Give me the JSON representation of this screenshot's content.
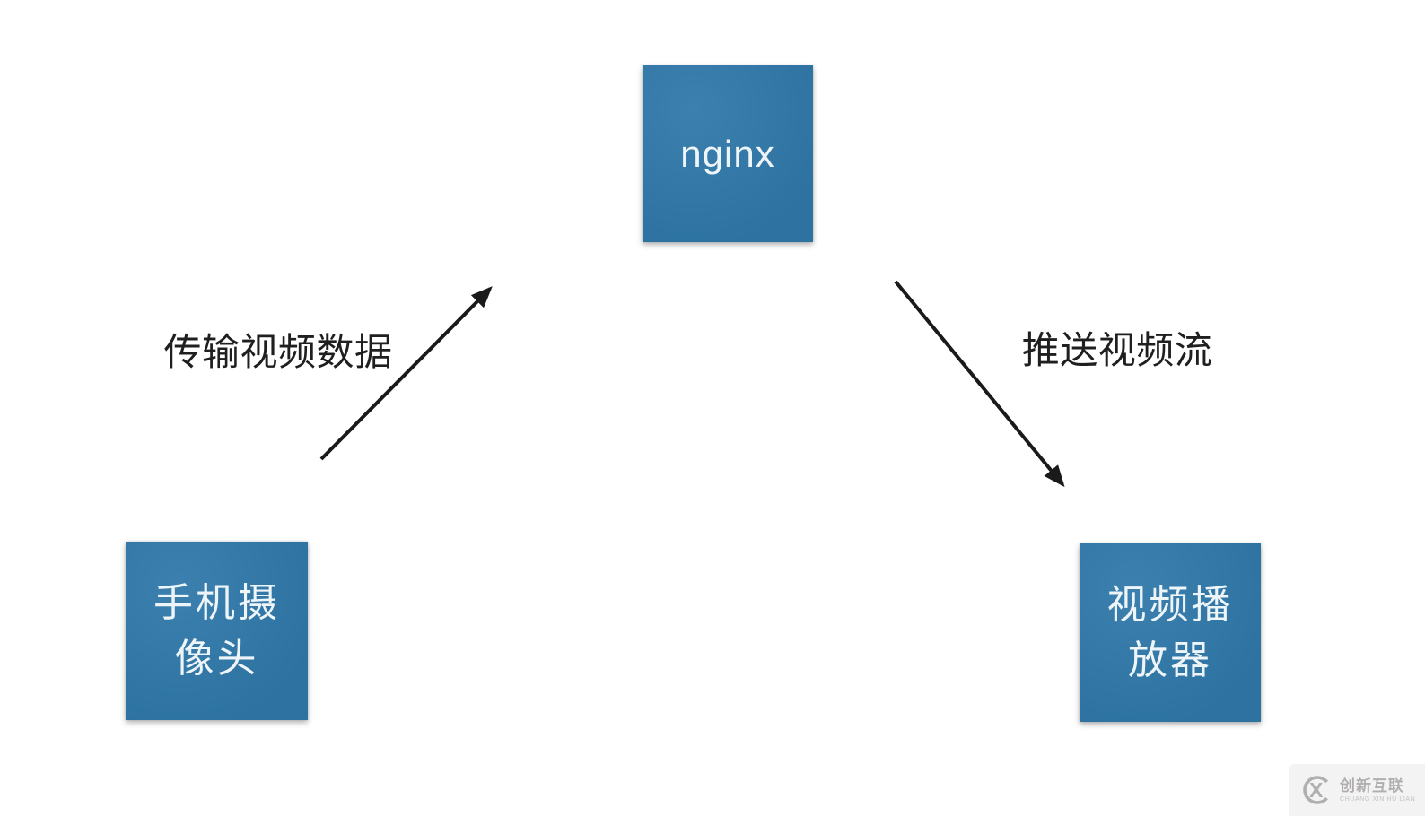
{
  "nodes": {
    "nginx": {
      "label": "nginx"
    },
    "camera": {
      "label": "手机摄像头",
      "lines": [
        "手机摄",
        "像头"
      ]
    },
    "player": {
      "label": "视频播放器",
      "lines": [
        "视频播",
        "放器"
      ]
    }
  },
  "edges": {
    "camera_to_nginx": {
      "label": "传输视频数据"
    },
    "nginx_to_player": {
      "label": "推送视频流"
    }
  },
  "colors": {
    "node_fill": "#2f78a9",
    "node_text": "#eef5f9",
    "arrow": "#1a1a1a",
    "label_text": "#1f1f1f",
    "watermark_bg": "#f3f3f3",
    "watermark_fg": "#b1aeae"
  },
  "watermark": {
    "logo_letter": "X",
    "brand": "创新互联",
    "subtext": "CHUANG XIN HU LIAN"
  }
}
